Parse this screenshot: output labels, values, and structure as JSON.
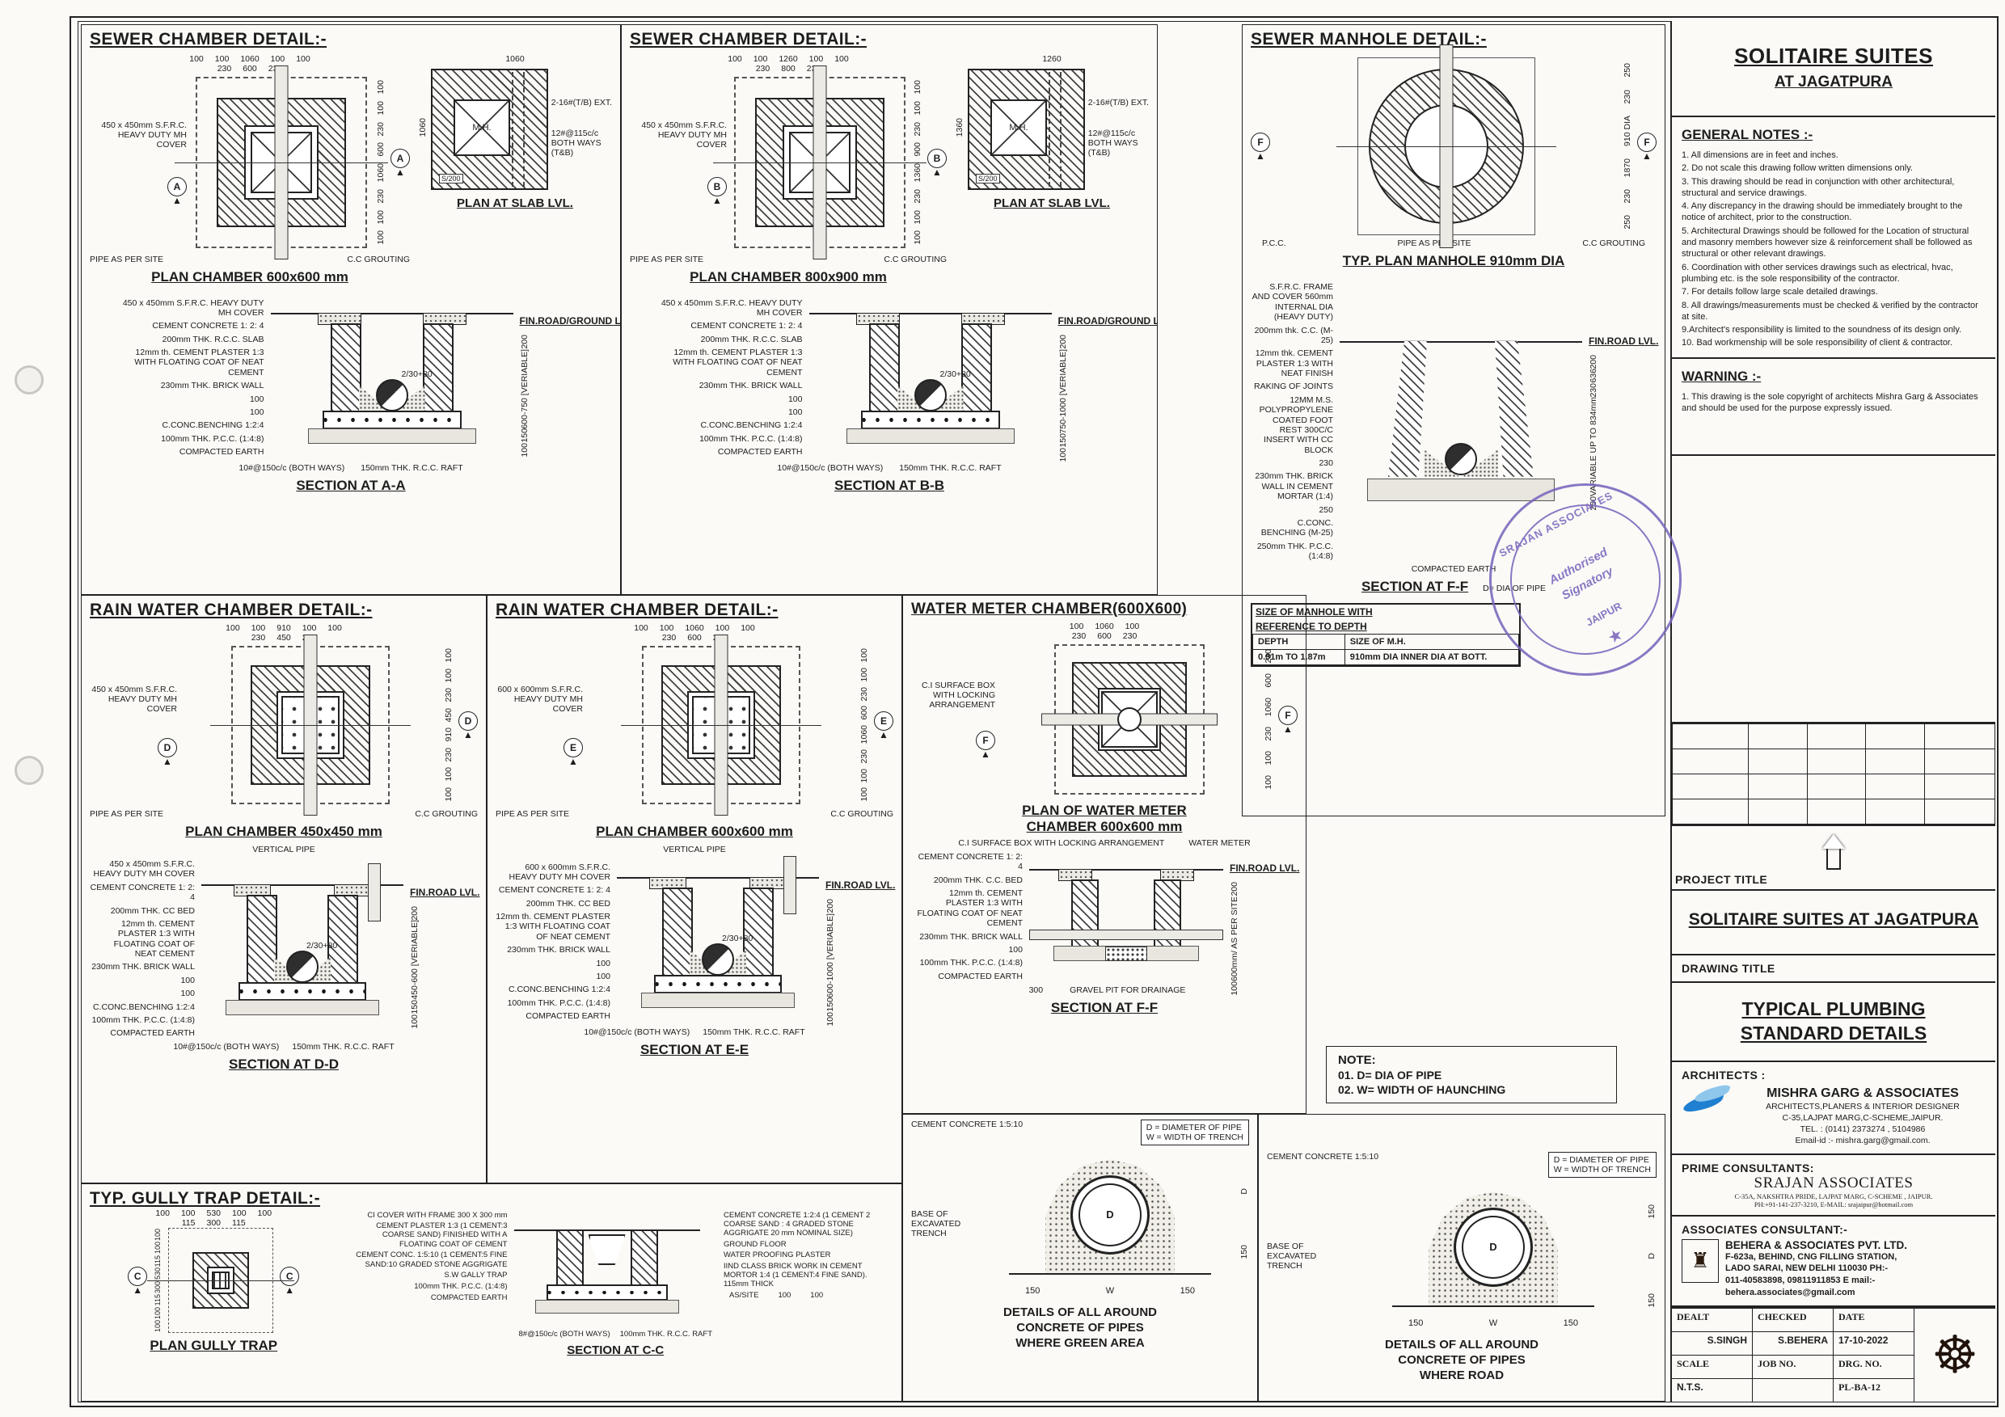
{
  "p1": {
    "title": "SEWER CHAMBER DETAIL:-",
    "plan": {
      "dims_top1": [
        "100",
        "100",
        "1060",
        "100",
        "100"
      ],
      "dims_top2": [
        "230",
        "600",
        "230"
      ],
      "dims_right": [
        "100",
        "100",
        "230",
        "600",
        "1060",
        "230",
        "100",
        "100"
      ],
      "cover_label": "450 x 450mm S.F.R.C. HEAVY DUTY MH COVER",
      "pipe_label": "PIPE AS PER SITE",
      "grout_label": "C.C GROUTING",
      "marker": "A",
      "caption": "PLAN CHAMBER 600x600 mm"
    },
    "slab": {
      "dim_top": "1060",
      "dim_left": "1060",
      "mh": "M.H.",
      "s200": "S/200",
      "ext": "2-16#(T/B) EXT.",
      "bars": "12#@115c/c BOTH WAYS (T&B)",
      "caption": "PLAN AT SLAB LVL."
    },
    "section": {
      "labels_left": [
        "450 x 450mm S.F.R.C. HEAVY DUTY MH COVER",
        "CEMENT CONCRETE 1: 2: 4",
        "200mm THK. R.C.C. SLAB",
        "12mm th. CEMENT PLASTER 1:3 WITH FLOATING COAT OF NEAT CEMENT",
        "230mm THK. BRICK WALL",
        "100",
        "100",
        "C.CONC.BENCHING 1:2:4",
        "100mm THK. P.C.C. (1:4:8)",
        "COMPACTED EARTH"
      ],
      "road": "FIN.ROAD/GROUND LVL.",
      "labels_right": [
        "200",
        "600-750 [VERIABLE]",
        "150",
        "100"
      ],
      "pipe_note": "2/30+80",
      "labels_bottom": [
        "10#@150c/c (BOTH WAYS)",
        "150mm THK. R.C.C. RAFT"
      ],
      "caption": "SECTION AT A-A"
    }
  },
  "p2": {
    "title": "SEWER CHAMBER DETAIL:-",
    "plan": {
      "dims_top1": [
        "100",
        "100",
        "1260",
        "100",
        "100"
      ],
      "dims_top2": [
        "230",
        "800",
        "230"
      ],
      "dims_right": [
        "100",
        "100",
        "230",
        "900",
        "1360",
        "230",
        "100",
        "100"
      ],
      "cover_label": "450 x 450mm S.F.R.C. HEAVY DUTY MH COVER",
      "pipe_label": "PIPE AS PER SITE",
      "grout_label": "C.C GROUTING",
      "marker": "B",
      "caption": "PLAN CHAMBER 800x900 mm"
    },
    "slab": {
      "dim_top": "1260",
      "dim_left": "1360",
      "mh": "M.H.",
      "s200": "S/200",
      "ext": "2-16#(T/B) EXT.",
      "bars": "12#@115c/c BOTH WAYS (T&B)",
      "caption": "PLAN AT SLAB LVL."
    },
    "section": {
      "labels_left": [
        "450 x 450mm S.F.R.C. HEAVY DUTY MH COVER",
        "CEMENT CONCRETE 1: 2: 4",
        "200mm THK. R.C.C. SLAB",
        "12mm th. CEMENT PLASTER 1:3 WITH FLOATING COAT OF NEAT CEMENT",
        "230mm THK. BRICK WALL",
        "100",
        "100",
        "C.CONC.BENCHING 1:2:4",
        "100mm THK. P.C.C. (1:4:8)",
        "COMPACTED EARTH"
      ],
      "road": "FIN.ROAD/GROUND LVL.",
      "labels_right": [
        "200",
        "750-1000 [VERIABLE]",
        "150",
        "100"
      ],
      "pipe_note": "2/30+80",
      "labels_bottom": [
        "10#@150c/c (BOTH WAYS)",
        "150mm THK. R.C.C. RAFT"
      ],
      "caption": "SECTION AT B-B"
    }
  },
  "p3": {
    "title": "SEWER MANHOLE DETAIL:-",
    "plan": {
      "pcc": "P.C.C.",
      "pipe_label": "PIPE AS PER SITE",
      "grout_label": "C.C GROUTING",
      "marker": "F",
      "dims_right": [
        "250",
        "230",
        "910 DIA",
        "1870",
        "230",
        "250"
      ],
      "caption": "TYP. PLAN MANHOLE 910mm DIA"
    },
    "section": {
      "labels_left": [
        "S.F.R.C. FRAME AND COVER 560mm INTERNAL DIA (HEAVY DUTY)",
        "200mm thk. C.C. (M-25)",
        "12mm thk. CEMENT PLASTER 1:3 WITH NEAT FINISH",
        "RAKING OF JOINTS",
        "12MM M.S. POLYPROPYLENE COATED FOOT REST 300C/C INSERT WITH CC BLOCK",
        "230",
        "230mm THK. BRICK WALL IN CEMENT MORTAR (1:4)",
        "250",
        "C.CONC. BENCHING (M-25)",
        "250mm THK. P.C.C. (1:4:8)"
      ],
      "road": "FIN.ROAD LVL.",
      "labels_right": [
        "200",
        "636",
        "230",
        "VARIABLE UP TO 834mm",
        "250"
      ],
      "labels_bottom": [
        "COMPACTED EARTH"
      ],
      "caption": "SECTION AT F-F",
      "dnote": "D= DIA OF PIPE"
    },
    "table": {
      "heading1": "SIZE OF MANHOLE WITH",
      "heading2": "REFERENCE TO DEPTH",
      "col1": "DEPTH",
      "col2": "SIZE OF M.H.",
      "row1c1": "0.91m TO 1.87m",
      "row1c2": "910mm DIA INNER DIA AT BOTT."
    }
  },
  "p4": {
    "title": "RAIN WATER CHAMBER DETAIL:-",
    "plan": {
      "dims_top1": [
        "100",
        "100",
        "910",
        "100",
        "100"
      ],
      "dims_top2": [
        "230",
        "450",
        "230"
      ],
      "dims_right": [
        "100",
        "100",
        "230",
        "450",
        "910",
        "230",
        "100",
        "100"
      ],
      "cover_label": "450 x 450mm S.F.R.C. HEAVY DUTY MH COVER",
      "pipe_label": "PIPE AS PER SITE",
      "grout_label": "C.C GROUTING",
      "marker": "D",
      "caption": "PLAN CHAMBER 450x450 mm"
    },
    "section": {
      "top_label": "VERTICAL PIPE",
      "labels_left": [
        "450 x 450mm S.F.R.C. HEAVY DUTY MH COVER",
        "CEMENT CONCRETE 1: 2: 4",
        "200mm THK. CC BED",
        "12mm th. CEMENT PLASTER 1:3 WITH FLOATING COAT OF NEAT CEMENT",
        "230mm THK. BRICK WALL",
        "100",
        "100",
        "C.CONC.BENCHING 1:2:4",
        "100mm THK. P.C.C. (1:4:8)",
        "COMPACTED EARTH"
      ],
      "road": "FIN.ROAD LVL.",
      "labels_right": [
        "200",
        "450-600 [VERIABLE]",
        "150",
        "100"
      ],
      "pipe_note": "2/30+80",
      "labels_bottom": [
        "10#@150c/c (BOTH WAYS)",
        "150mm THK. R.C.C. RAFT"
      ],
      "caption": "SECTION AT D-D"
    }
  },
  "p5": {
    "title": "RAIN WATER CHAMBER DETAIL:-",
    "plan": {
      "dims_top1": [
        "100",
        "100",
        "1060",
        "100",
        "100"
      ],
      "dims_top2": [
        "230",
        "600",
        "230"
      ],
      "dims_right": [
        "100",
        "100",
        "230",
        "600",
        "1060",
        "230",
        "100",
        "100"
      ],
      "cover_label": "600 x 600mm S.F.R.C. HEAVY DUTY MH COVER",
      "pipe_label": "PIPE AS PER SITE",
      "grout_label": "C.C GROUTING",
      "marker": "E",
      "caption": "PLAN CHAMBER 600x600 mm"
    },
    "section": {
      "top_label": "VERTICAL PIPE",
      "labels_left": [
        "600 x 600mm S.F.R.C. HEAVY DUTY MH COVER",
        "CEMENT CONCRETE 1: 2: 4",
        "200mm THK. CC BED",
        "12mm th. CEMENT PLASTER 1:3 WITH FLOATING COAT OF NEAT CEMENT",
        "230mm THK. BRICK WALL",
        "100",
        "100",
        "C.CONC.BENCHING 1:2:4",
        "100mm THK. P.C.C. (1:4:8)",
        "COMPACTED EARTH"
      ],
      "road": "FIN.ROAD LVL.",
      "labels_right": [
        "200",
        "600-1000 [VERIABLE]",
        "150",
        "100"
      ],
      "pipe_note": "2/30+80",
      "labels_bottom": [
        "10#@150c/c (BOTH WAYS)",
        "150mm THK. R.C.C. RAFT"
      ],
      "caption": "SECTION AT E-E"
    }
  },
  "p6": {
    "title": "WATER METER CHAMBER(600X600)",
    "plan": {
      "dims_top1": [
        "100",
        "1060",
        "100"
      ],
      "dims_top2": [
        "230",
        "600",
        "230"
      ],
      "dims_right": [
        "230",
        "600",
        "1060",
        "230",
        "100",
        "100"
      ],
      "cover_label": "C.I SURFACE BOX WITH LOCKING ARRANGEMENT",
      "marker": "F",
      "caption1": "PLAN OF WATER METER",
      "caption2": "CHAMBER 600x600 mm"
    },
    "section": {
      "top_label1": "C.I SURFACE BOX WITH LOCKING ARRANGEMENT",
      "top_label2": "WATER METER",
      "labels_left": [
        "CEMENT CONCRETE 1: 2: 4",
        "200mm THK. C.C. BED",
        "12mm th. CEMENT PLASTER 1:3 WITH FLOATING COAT OF NEAT CEMENT",
        "230mm THK. BRICK WALL",
        "100",
        "100mm THK. P.C.C. (1:4:8)",
        "COMPACTED EARTH"
      ],
      "road": "FIN.ROAD LVL.",
      "labels_right": [
        "200",
        "600mm/ AS PER SITE",
        "100"
      ],
      "dim_300": "300",
      "gravel": "GRAVEL PIT FOR DRAINAGE",
      "caption": "SECTION AT F-F"
    }
  },
  "p7": {
    "title": "TYP. GULLY TRAP DETAIL:-",
    "plan": {
      "dims_top1": [
        "100",
        "100",
        "530",
        "100",
        "100"
      ],
      "dims_top2": [
        "115",
        "300",
        "115"
      ],
      "dims_left": [
        "100",
        "100",
        "115",
        "530",
        "300",
        "115",
        "100",
        "100"
      ],
      "marker": "C",
      "caption": "PLAN GULLY TRAP"
    },
    "section": {
      "labels_left": [
        "CI COVER WITH FRAME 300 X 300 mm",
        "CEMENT PLASTER 1:3 (1 CEMENT:3 COARSE SAND) FINISHED WITH A FLOATING COAT OF CEMENT",
        "CEMENT CONC. 1:5:10 (1 CEMENT:5 FINE SAND:10 GRADED STONE AGGRIGATE",
        "S.W GALLY TRAP",
        "100mm THK. P.C.C. (1:4:8)",
        "COMPACTED EARTH"
      ],
      "labels_right": [
        "CEMENT CONCRETE 1:2:4 (1 CEMENT 2 COARSE SAND : 4 GRADED STONE AGGRIGATE 20 mm NOMINAL SIZE)",
        "GROUND FLOOR",
        "WATER PROOFING PLASTER",
        "IIND CLASS BRICK WORK IN CEMENT MORTOR 1:4 (1 CEMENT:4 FINE SAND). 115mm THICK"
      ],
      "dims_right": [
        "AS/SITE",
        "100",
        "100"
      ],
      "labels_bottom": [
        "8#@150c/c (BOTH WAYS)",
        "100mm THK. R.C.C. RAFT"
      ],
      "caption": "SECTION AT C-C"
    }
  },
  "p8a": {
    "concrete": "CEMENT CONCRETE 1:5:10",
    "legend1": "D = DIAMETER OF PIPE",
    "legend2": "W = WIDTH OF TRENCH",
    "base": "BASE OF EXCAVATED TRENCH",
    "pipe_d": "D",
    "dims_bottom": [
      "150",
      "W",
      "150"
    ],
    "dims_right": [
      "D",
      "150"
    ],
    "caption1": "DETAILS OF ALL AROUND",
    "caption2": "CONCRETE OF PIPES",
    "caption3": "WHERE GREEN AREA"
  },
  "p8b": {
    "concrete": "CEMENT CONCRETE 1:5:10",
    "legend1": "D = DIAMETER OF PIPE",
    "legend2": "W = WIDTH OF TRENCH",
    "base": "BASE OF EXCAVATED TRENCH",
    "pipe_d": "D",
    "dims_bottom": [
      "150",
      "W",
      "150"
    ],
    "dims_right": [
      "150",
      "D",
      "150"
    ],
    "caption1": "DETAILS OF ALL AROUND",
    "caption2": "CONCRETE OF PIPES",
    "caption3": "WHERE ROAD"
  },
  "notebox": {
    "title": "NOTE:",
    "line1": "01. D= DIA OF PIPE",
    "line2": "02. W= WIDTH  OF HAUNCHING"
  },
  "tb": {
    "proj1": "SOLITAIRE SUITES",
    "proj2": "AT JAGATPURA",
    "gn_title": "GENERAL NOTES :-",
    "notes": [
      "1. All dimensions are in feet and inches.",
      "2. Do not scale this drawing follow written dimensions only.",
      "3. This drawing should be read in  conjunction with other architectural,  structural and service drawings.",
      "4. Any discrepancy in the drawing should  be immediately brought to the  notice of architect, prior to the construction.",
      "5. Architectural Drawings should be followed for the Location of structural and masonry members however size & reinforcement shall be followed as structural or other relevant drawings.",
      "6. Coordination with other services drawings such as electrical, hvac, plumbing etc. is the sole responsibility of the contractor.",
      "7. For details follow large scale detailed drawings.",
      "8. All drawings/measurements must be checked & verified by the contractor at site.",
      "9.Architect's responsibility is limited  to the soundness of its design only.",
      "10. Bad workmenship will be sole responsibility of client & contractor."
    ],
    "warn_title": "WARNING :-",
    "warn_text": "1. This drawing is the sole copyright of  architects Mishra Garg & Associates and  should be used for the purpose expressly issued.",
    "project_title_label": "PROJECT TITLE",
    "project_name": "SOLITAIRE SUITES AT JAGATPURA",
    "drawing_title_label": "DRAWING TITLE",
    "drawing_title1": "TYPICAL PLUMBING",
    "drawing_title2": "STANDARD DETAILS",
    "architects_label": "ARCHITECTS :",
    "arch_name": "MISHRA GARG & ASSOCIATES",
    "arch_sub1": "ARCHITECTS,PLANERS & INTERIOR DESIGNER",
    "arch_sub2": "C-35,LAJPAT MARG,C-SCHEME,JAIPUR.",
    "arch_sub3": "TEL. : (0141) 2373274 , 5104986",
    "arch_sub4": "Email-id :-  mishra.garg@gmail.com.",
    "prime_label": "PRIME CONSULTANTS:",
    "prime_name": "SRAJAN ASSOCIATES",
    "prime_sub1": "C-35A, NAKSHTRA PRIDE, LAJPAT MARG, C-SCHEME , JAIPUR.",
    "prime_sub2": "PH:+91-141-237-3210, E-MAIL: srajaipur@hotmail.com",
    "assoc_label": "ASSOCIATES CONSULTANT:-",
    "assoc_name": "BEHERA & ASSOCIATES PVT. LTD.",
    "assoc_sub1": "F-623a, BEHIND, CNG FILLING STATION,",
    "assoc_sub2": "LADO SARAI, NEW DELHI 110030 PH:-",
    "assoc_sub3": "011-40583898, 09811911853 E mail:-",
    "assoc_sub4": "behera.associates@gmail.com",
    "dealt_label": "DEALT",
    "checked_label": "CHECKED",
    "date_label": "DATE",
    "dealt": "S.SINGH",
    "checked": "S.BEHERA",
    "date": "17-10-2022",
    "scale_label": "SCALE",
    "job_label": "JOB NO.",
    "drg_label": "DRG. NO.",
    "scale": "N.T.S.",
    "job": "",
    "drg": "PL-BA-12"
  },
  "stamp": {
    "line1": "SRAJAN ASSOCIATES",
    "line2": "Authorised",
    "line3": "Signatory",
    "line4": "JAIPUR",
    "star": "★"
  },
  "icons": {
    "wheel": "☸"
  }
}
